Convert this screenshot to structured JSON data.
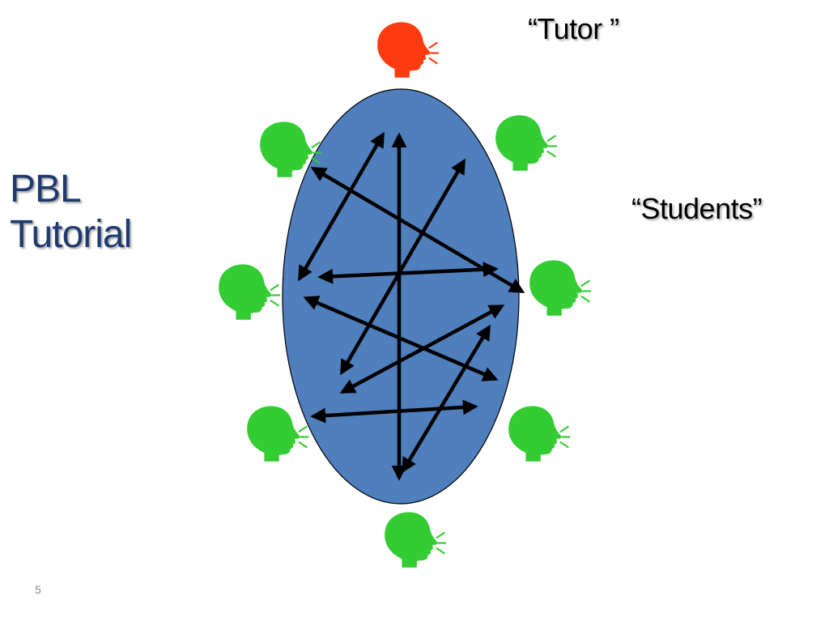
{
  "slide": {
    "title_lines": [
      "PBL",
      "Tutorial"
    ],
    "tutor_label": "“Tutor ”",
    "students_label": "“Students”",
    "page_number": "5"
  },
  "colors": {
    "title": "#1f3a6e",
    "table_fill": "#4f7fbd",
    "tutor_head": "#ff3b0f",
    "student_head": "#33cc33",
    "arrow": "#000000"
  },
  "icons": {
    "tutor": "speaking-head-icon",
    "student": "speaking-head-icon"
  },
  "diagram": {
    "student_count": 7,
    "tutor_count": 1
  }
}
